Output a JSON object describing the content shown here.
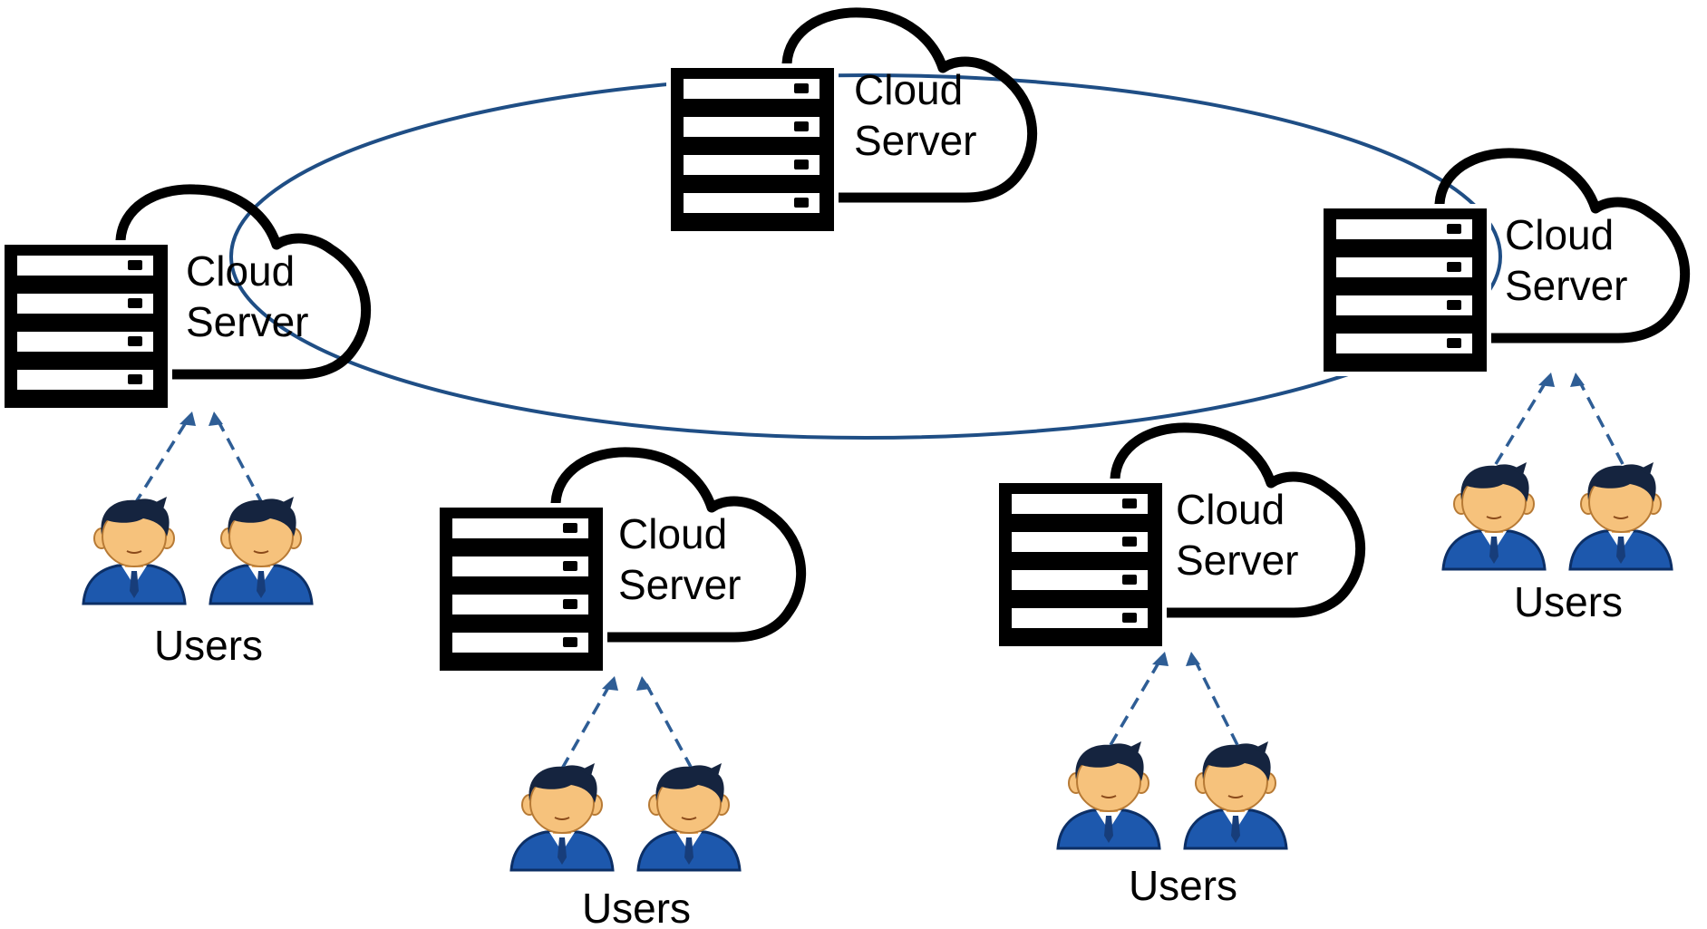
{
  "colors": {
    "ring": "#1f4e85",
    "arrow": "#2e5d95",
    "server": "#000000",
    "skin": "#f6c27c",
    "hair": "#15243f",
    "suit": "#1d58ad"
  },
  "servers": [
    {
      "id": "left",
      "line1": "Cloud",
      "line2": "Server"
    },
    {
      "id": "top",
      "line1": "Cloud",
      "line2": "Server"
    },
    {
      "id": "right",
      "line1": "Cloud",
      "line2": "Server"
    },
    {
      "id": "bottom-left",
      "line1": "Cloud",
      "line2": "Server"
    },
    {
      "id": "bottom-right",
      "line1": "Cloud",
      "line2": "Server"
    }
  ],
  "user_groups": [
    {
      "server": "left",
      "label": "Users"
    },
    {
      "server": "bottom-left",
      "label": "Users"
    },
    {
      "server": "bottom-right",
      "label": "Users"
    },
    {
      "server": "right",
      "label": "Users"
    }
  ],
  "icons": {
    "server": "server-rack-icon",
    "cloud": "cloud-icon",
    "user": "user-icon"
  }
}
